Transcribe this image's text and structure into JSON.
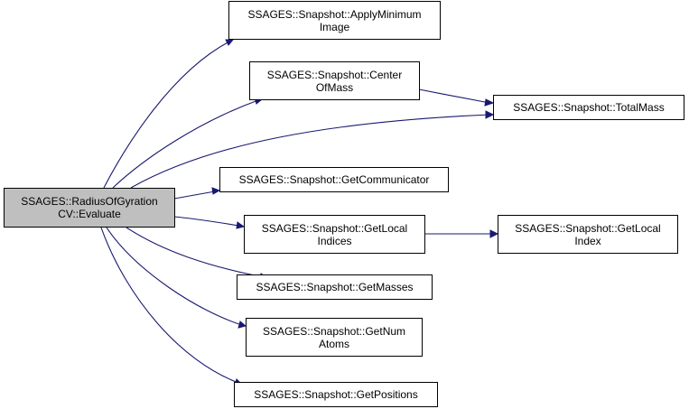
{
  "graph": {
    "root": {
      "line1": "SSAGES::RadiusOfGyration",
      "line2": "CV::Evaluate"
    },
    "nodes": {
      "apply_minimum_image": {
        "line1": "SSAGES::Snapshot::ApplyMinimum",
        "line2": "Image"
      },
      "center_of_mass": {
        "line1": "SSAGES::Snapshot::Center",
        "line2": "OfMass"
      },
      "total_mass": {
        "line1": "SSAGES::Snapshot::TotalMass"
      },
      "get_communicator": {
        "line1": "SSAGES::Snapshot::GetCommunicator"
      },
      "get_local_indices": {
        "line1": "SSAGES::Snapshot::GetLocal",
        "line2": "Indices"
      },
      "get_local_index": {
        "line1": "SSAGES::Snapshot::GetLocal",
        "line2": "Index"
      },
      "get_masses": {
        "line1": "SSAGES::Snapshot::GetMasses"
      },
      "get_num_atoms": {
        "line1": "SSAGES::Snapshot::GetNum",
        "line2": "Atoms"
      },
      "get_positions": {
        "line1": "SSAGES::Snapshot::GetPositions"
      }
    },
    "edge_color": "#191970",
    "root_fill": "#bfbfbf"
  }
}
